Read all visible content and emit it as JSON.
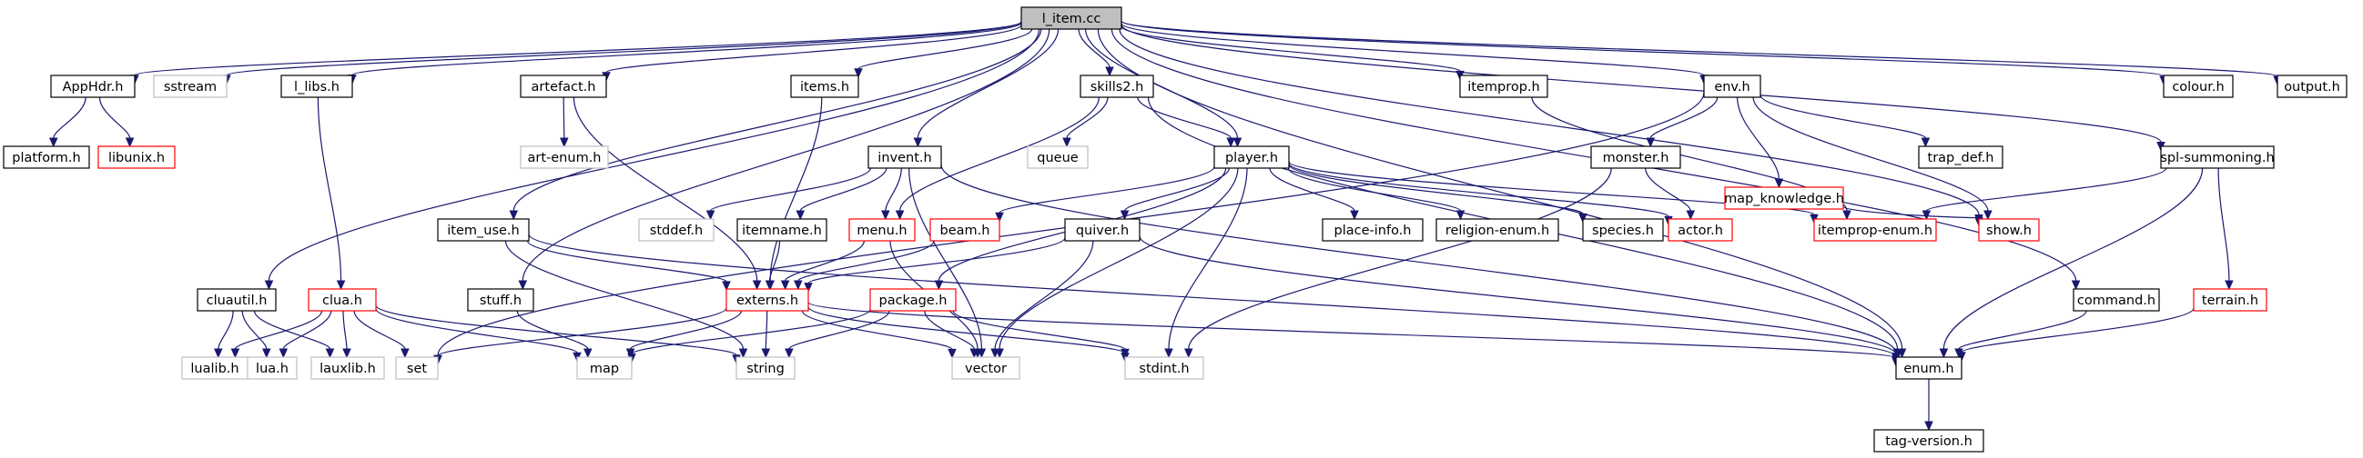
{
  "title": "l_item.cc",
  "colors": {
    "edge": "#191970",
    "root_fill": "#bfbfbf",
    "normal_border": "#000000",
    "truncated_border": "#ff0000",
    "external_border": "#bfbfbf",
    "external_text": "#9a9a9a"
  },
  "nodes": [
    {
      "id": "l_item",
      "label": "l_item.cc",
      "kind": "root"
    },
    {
      "id": "apphdr",
      "label": "AppHdr.h",
      "kind": "normal"
    },
    {
      "id": "sstream",
      "label": "sstream",
      "kind": "external"
    },
    {
      "id": "l_libs",
      "label": "l_libs.h",
      "kind": "normal"
    },
    {
      "id": "artefact",
      "label": "artefact.h",
      "kind": "normal"
    },
    {
      "id": "items",
      "label": "items.h",
      "kind": "normal"
    },
    {
      "id": "skills2",
      "label": "skills2.h",
      "kind": "normal"
    },
    {
      "id": "itemprop",
      "label": "itemprop.h",
      "kind": "normal"
    },
    {
      "id": "env",
      "label": "env.h",
      "kind": "normal"
    },
    {
      "id": "colour",
      "label": "colour.h",
      "kind": "normal"
    },
    {
      "id": "output",
      "label": "output.h",
      "kind": "normal"
    },
    {
      "id": "platform",
      "label": "platform.h",
      "kind": "normal"
    },
    {
      "id": "libunix",
      "label": "libunix.h",
      "kind": "truncated"
    },
    {
      "id": "art_enum",
      "label": "art-enum.h",
      "kind": "external"
    },
    {
      "id": "queue",
      "label": "queue",
      "kind": "external"
    },
    {
      "id": "player",
      "label": "player.h",
      "kind": "normal"
    },
    {
      "id": "monster",
      "label": "monster.h",
      "kind": "normal"
    },
    {
      "id": "map_knowledge",
      "label": "map_knowledge.h",
      "kind": "truncated"
    },
    {
      "id": "trap_def",
      "label": "trap_def.h",
      "kind": "normal"
    },
    {
      "id": "spl_summoning",
      "label": "spl-summoning.h",
      "kind": "normal"
    },
    {
      "id": "invent",
      "label": "invent.h",
      "kind": "normal"
    },
    {
      "id": "item_use",
      "label": "item_use.h",
      "kind": "normal"
    },
    {
      "id": "stddef",
      "label": "stddef.h",
      "kind": "external"
    },
    {
      "id": "itemname",
      "label": "itemname.h",
      "kind": "normal"
    },
    {
      "id": "menu",
      "label": "menu.h",
      "kind": "truncated"
    },
    {
      "id": "beam",
      "label": "beam.h",
      "kind": "truncated"
    },
    {
      "id": "quiver",
      "label": "quiver.h",
      "kind": "normal"
    },
    {
      "id": "place_info",
      "label": "place-info.h",
      "kind": "normal"
    },
    {
      "id": "religion_enum",
      "label": "religion-enum.h",
      "kind": "normal"
    },
    {
      "id": "species",
      "label": "species.h",
      "kind": "normal"
    },
    {
      "id": "actor",
      "label": "actor.h",
      "kind": "truncated"
    },
    {
      "id": "itemprop_enum",
      "label": "itemprop-enum.h",
      "kind": "truncated"
    },
    {
      "id": "show",
      "label": "show.h",
      "kind": "truncated"
    },
    {
      "id": "cluautil",
      "label": "cluautil.h",
      "kind": "normal"
    },
    {
      "id": "clua",
      "label": "clua.h",
      "kind": "truncated"
    },
    {
      "id": "stuff",
      "label": "stuff.h",
      "kind": "normal"
    },
    {
      "id": "externs",
      "label": "externs.h",
      "kind": "truncated"
    },
    {
      "id": "package",
      "label": "package.h",
      "kind": "truncated"
    },
    {
      "id": "command",
      "label": "command.h",
      "kind": "normal"
    },
    {
      "id": "terrain",
      "label": "terrain.h",
      "kind": "truncated"
    },
    {
      "id": "lualib",
      "label": "lualib.h",
      "kind": "external"
    },
    {
      "id": "lua",
      "label": "lua.h",
      "kind": "external"
    },
    {
      "id": "lauxlib",
      "label": "lauxlib.h",
      "kind": "external"
    },
    {
      "id": "set",
      "label": "set",
      "kind": "external"
    },
    {
      "id": "map",
      "label": "map",
      "kind": "external"
    },
    {
      "id": "string",
      "label": "string",
      "kind": "external"
    },
    {
      "id": "vector",
      "label": "vector",
      "kind": "external"
    },
    {
      "id": "stdint",
      "label": "stdint.h",
      "kind": "external"
    },
    {
      "id": "enum",
      "label": "enum.h",
      "kind": "normal"
    },
    {
      "id": "tag_version",
      "label": "tag-version.h",
      "kind": "normal"
    }
  ],
  "edges": [
    [
      "l_item",
      "apphdr"
    ],
    [
      "l_item",
      "sstream"
    ],
    [
      "l_item",
      "l_libs"
    ],
    [
      "l_item",
      "artefact"
    ],
    [
      "l_item",
      "items"
    ],
    [
      "l_item",
      "skills2"
    ],
    [
      "l_item",
      "itemprop"
    ],
    [
      "l_item",
      "env"
    ],
    [
      "l_item",
      "colour"
    ],
    [
      "l_item",
      "output"
    ],
    [
      "l_item",
      "cluautil"
    ],
    [
      "l_item",
      "item_use"
    ],
    [
      "l_item",
      "stuff"
    ],
    [
      "l_item",
      "invent"
    ],
    [
      "l_item",
      "player"
    ],
    [
      "l_item",
      "spl_summoning"
    ],
    [
      "l_item",
      "command"
    ],
    [
      "l_item",
      "enum"
    ],
    [
      "l_item",
      "show"
    ],
    [
      "apphdr",
      "platform"
    ],
    [
      "apphdr",
      "libunix"
    ],
    [
      "l_libs",
      "clua"
    ],
    [
      "artefact",
      "art_enum"
    ],
    [
      "artefact",
      "externs"
    ],
    [
      "items",
      "externs"
    ],
    [
      "skills2",
      "queue"
    ],
    [
      "skills2",
      "player"
    ],
    [
      "skills2",
      "menu"
    ],
    [
      "skills2",
      "enum"
    ],
    [
      "itemprop",
      "itemprop_enum"
    ],
    [
      "env",
      "monster"
    ],
    [
      "env",
      "map_knowledge"
    ],
    [
      "env",
      "trap_def"
    ],
    [
      "env",
      "show"
    ],
    [
      "env",
      "set"
    ],
    [
      "map_knowledge",
      "show"
    ],
    [
      "monster",
      "actor"
    ],
    [
      "monster",
      "stdint"
    ],
    [
      "spl_summoning",
      "itemprop_enum"
    ],
    [
      "spl_summoning",
      "terrain"
    ],
    [
      "spl_summoning",
      "enum"
    ],
    [
      "invent",
      "stddef"
    ],
    [
      "invent",
      "itemname"
    ],
    [
      "invent",
      "menu"
    ],
    [
      "invent",
      "vector"
    ],
    [
      "invent",
      "enum"
    ],
    [
      "player",
      "beam"
    ],
    [
      "player",
      "quiver"
    ],
    [
      "player",
      "place_info"
    ],
    [
      "player",
      "religion_enum"
    ],
    [
      "player",
      "species"
    ],
    [
      "player",
      "actor"
    ],
    [
      "player",
      "itemprop_enum"
    ],
    [
      "player",
      "package"
    ],
    [
      "player",
      "vector"
    ],
    [
      "player",
      "stdint"
    ],
    [
      "item_use",
      "externs"
    ],
    [
      "item_use",
      "string"
    ],
    [
      "item_use",
      "enum"
    ],
    [
      "itemname",
      "externs"
    ],
    [
      "menu",
      "externs"
    ],
    [
      "menu",
      "vector"
    ],
    [
      "beam",
      "externs"
    ],
    [
      "quiver",
      "externs"
    ],
    [
      "quiver",
      "vector"
    ],
    [
      "quiver",
      "enum"
    ],
    [
      "cluautil",
      "lualib"
    ],
    [
      "cluautil",
      "lua"
    ],
    [
      "cluautil",
      "lauxlib"
    ],
    [
      "clua",
      "lua"
    ],
    [
      "clua",
      "lauxlib"
    ],
    [
      "clua",
      "set"
    ],
    [
      "clua",
      "map"
    ],
    [
      "clua",
      "string"
    ],
    [
      "clua",
      "lualib"
    ],
    [
      "stuff",
      "map"
    ],
    [
      "externs",
      "set"
    ],
    [
      "externs",
      "map"
    ],
    [
      "externs",
      "string"
    ],
    [
      "externs",
      "vector"
    ],
    [
      "externs",
      "stdint"
    ],
    [
      "externs",
      "enum"
    ],
    [
      "package",
      "map"
    ],
    [
      "package",
      "string"
    ],
    [
      "package",
      "vector"
    ],
    [
      "package",
      "stdint"
    ],
    [
      "command",
      "enum"
    ],
    [
      "terrain",
      "enum"
    ],
    [
      "enum",
      "tag_version"
    ]
  ]
}
